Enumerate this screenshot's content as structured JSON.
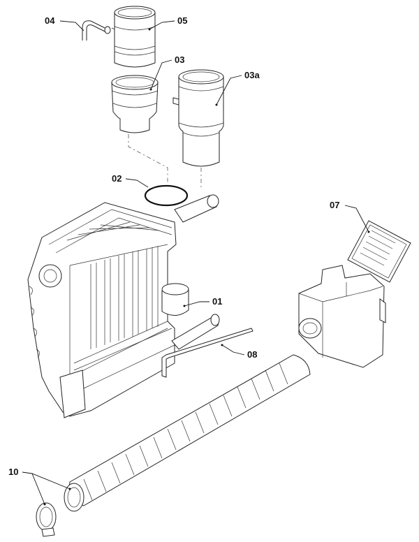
{
  "callouts": [
    {
      "id": "04",
      "text": "04"
    },
    {
      "id": "05",
      "text": "05"
    },
    {
      "id": "03",
      "text": "03"
    },
    {
      "id": "03a",
      "text": "03a"
    },
    {
      "id": "02",
      "text": "02"
    },
    {
      "id": "07",
      "text": "07"
    },
    {
      "id": "01",
      "text": "01"
    },
    {
      "id": "08",
      "text": "08"
    },
    {
      "id": "10",
      "text": "10"
    }
  ]
}
